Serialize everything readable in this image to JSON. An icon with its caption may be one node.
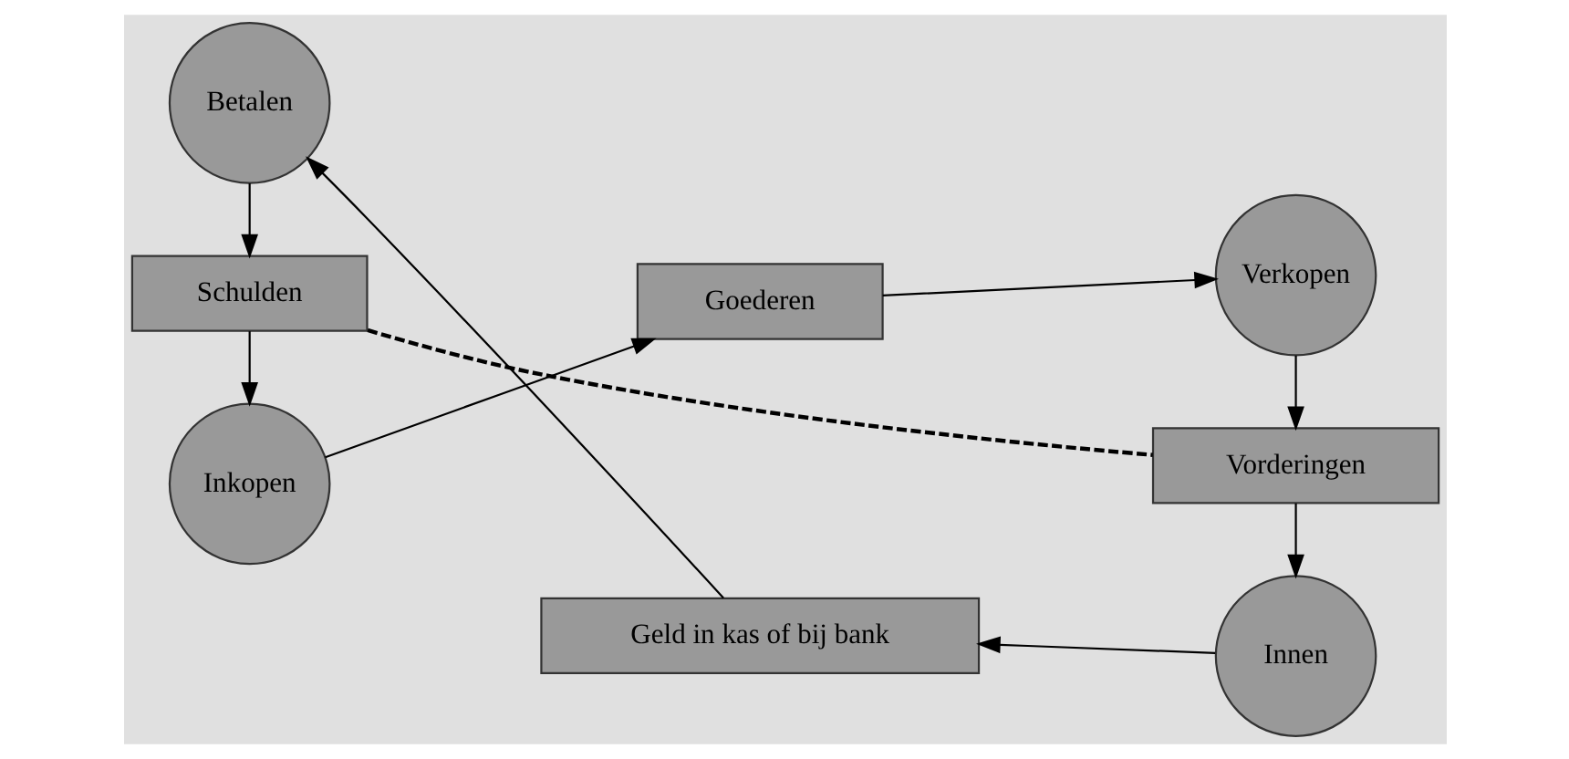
{
  "diagram": {
    "nodes": [
      {
        "text": [
          "Inkopen"
        ]
      },
      {
        "text": [
          "Goederen"
        ]
      },
      {
        "text": [
          "Verkopen"
        ]
      },
      {
        "text": [
          "Schulden"
        ]
      },
      {
        "text": [
          "Vorderingen"
        ]
      },
      {
        "text": [
          "Betalen"
        ]
      },
      {
        "text": [
          "Geld in kas of bij bank"
        ]
      },
      {
        "text": [
          "Innen"
        ]
      }
    ],
    "edges": [
      {
        "from": 0,
        "to": 1,
        "arrow": "to"
      },
      {
        "from": 1,
        "to": 2,
        "arrow": "to"
      },
      {
        "from": 2,
        "to": 4,
        "arrow": "to"
      },
      {
        "from": 4,
        "to": 7,
        "arrow": "to"
      },
      {
        "from": 7,
        "to": 6,
        "arrow": "to"
      },
      {
        "from": 6,
        "to": 5,
        "arrow": "to"
      },
      {
        "from": 5,
        "to": 3,
        "arrow": "to"
      },
      {
        "from": 3,
        "to": 0,
        "arrow": "to"
      },
      {
        "from": 3,
        "to": 4,
        "arrow": "none",
        "style": "dashed"
      }
    ]
  }
}
